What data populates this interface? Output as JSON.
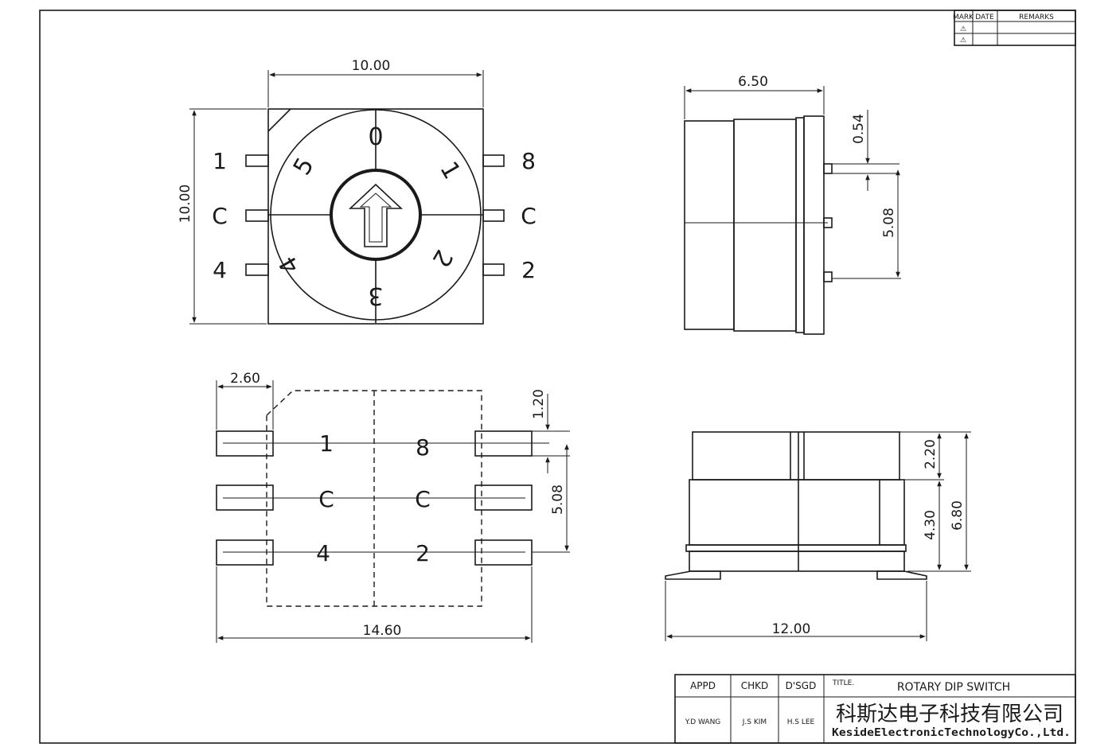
{
  "revision_table": {
    "headers": [
      "MARK",
      "DATE",
      "REMARKS"
    ],
    "rows": [
      {
        "mark": "⚠",
        "date": "",
        "remarks": ""
      },
      {
        "mark": "⚠",
        "date": "",
        "remarks": ""
      }
    ]
  },
  "top_view": {
    "width_dim": "10.00",
    "height_dim": "10.00",
    "left_pins": [
      "1",
      "C",
      "4"
    ],
    "right_pins": [
      "8",
      "C",
      "2"
    ],
    "dial_digits": [
      "0",
      "1",
      "2",
      "3",
      "4",
      "5"
    ]
  },
  "side_view": {
    "width_dim": "6.50",
    "lead_dim": "0.54",
    "pitch_dim": "5.08"
  },
  "footprint_view": {
    "pad_width_dim": "2.60",
    "pad_height_dim": "1.20",
    "pitch_dim": "5.08",
    "overall_dim": "14.60",
    "left_labels": [
      "1",
      "C",
      "4"
    ],
    "right_labels": [
      "8",
      "C",
      "2"
    ]
  },
  "front_view": {
    "top_dim": "2.20",
    "body_dim": "4.30",
    "overall_height_dim": "6.80",
    "overall_width_dim": "12.00"
  },
  "title_block": {
    "appd_label": "APPD",
    "chkd_label": "CHKD",
    "dsgd_label": "D'SGD",
    "title_label": "TITLE.",
    "title": "ROTARY DIP SWITCH",
    "appd_name": "Y.D WANG",
    "chkd_name": "J.S KIM",
    "dsgd_name": "H.S LEE",
    "company_cn": "科斯达电子科技有限公司",
    "company_en": "KesideElectronicTechnologyCo.,Ltd."
  }
}
